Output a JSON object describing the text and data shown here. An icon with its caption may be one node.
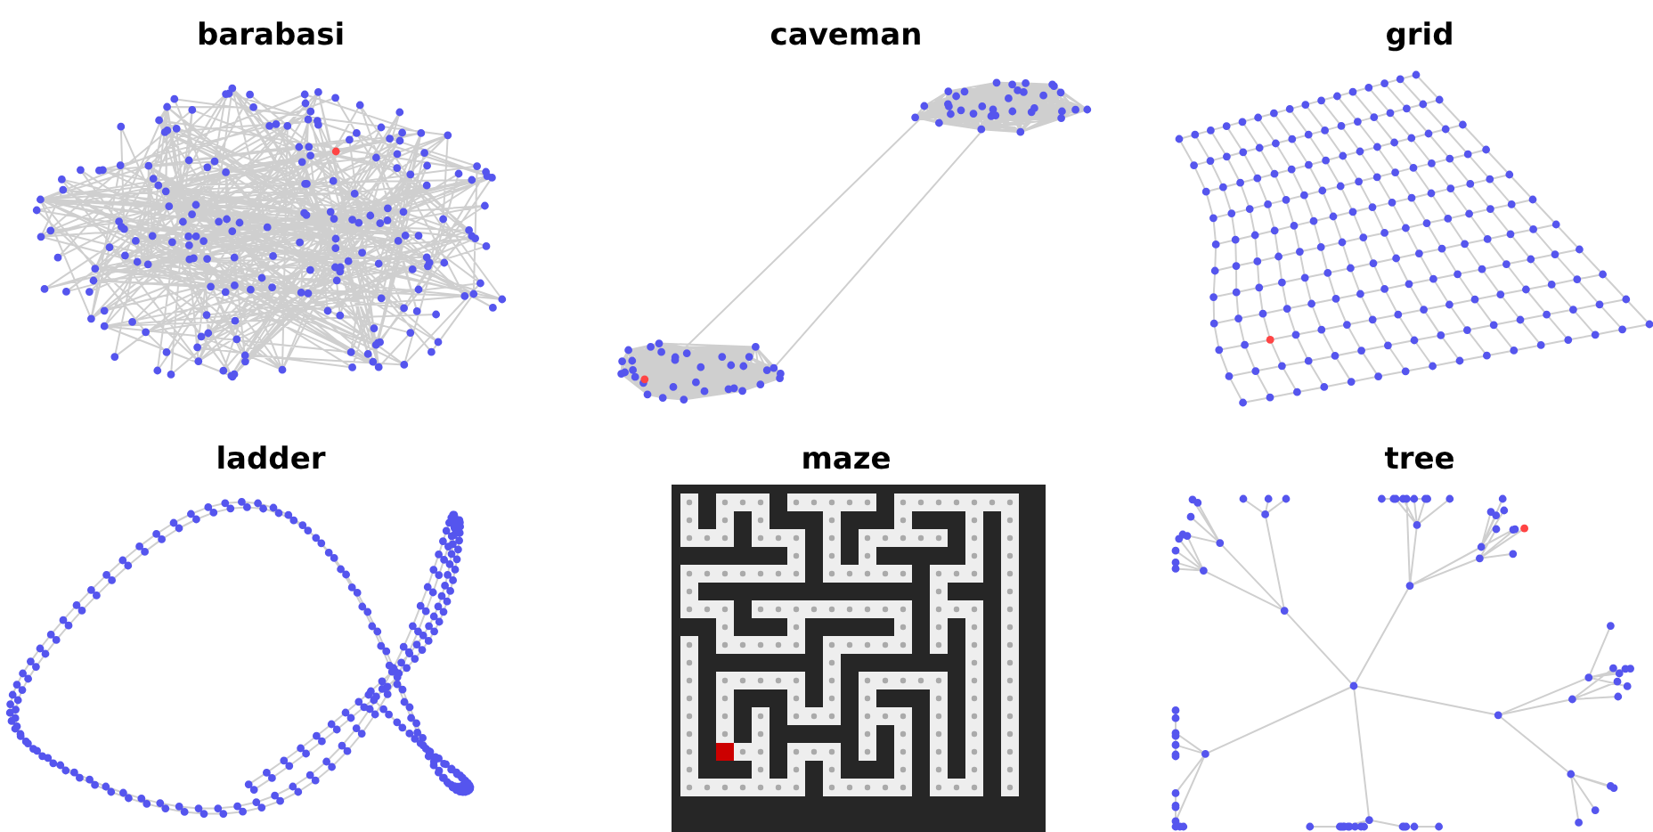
{
  "diagram": {
    "labels": [
      "barabasi",
      "caveman",
      "grid",
      "ladder",
      "maze",
      "tree"
    ]
  }
}
